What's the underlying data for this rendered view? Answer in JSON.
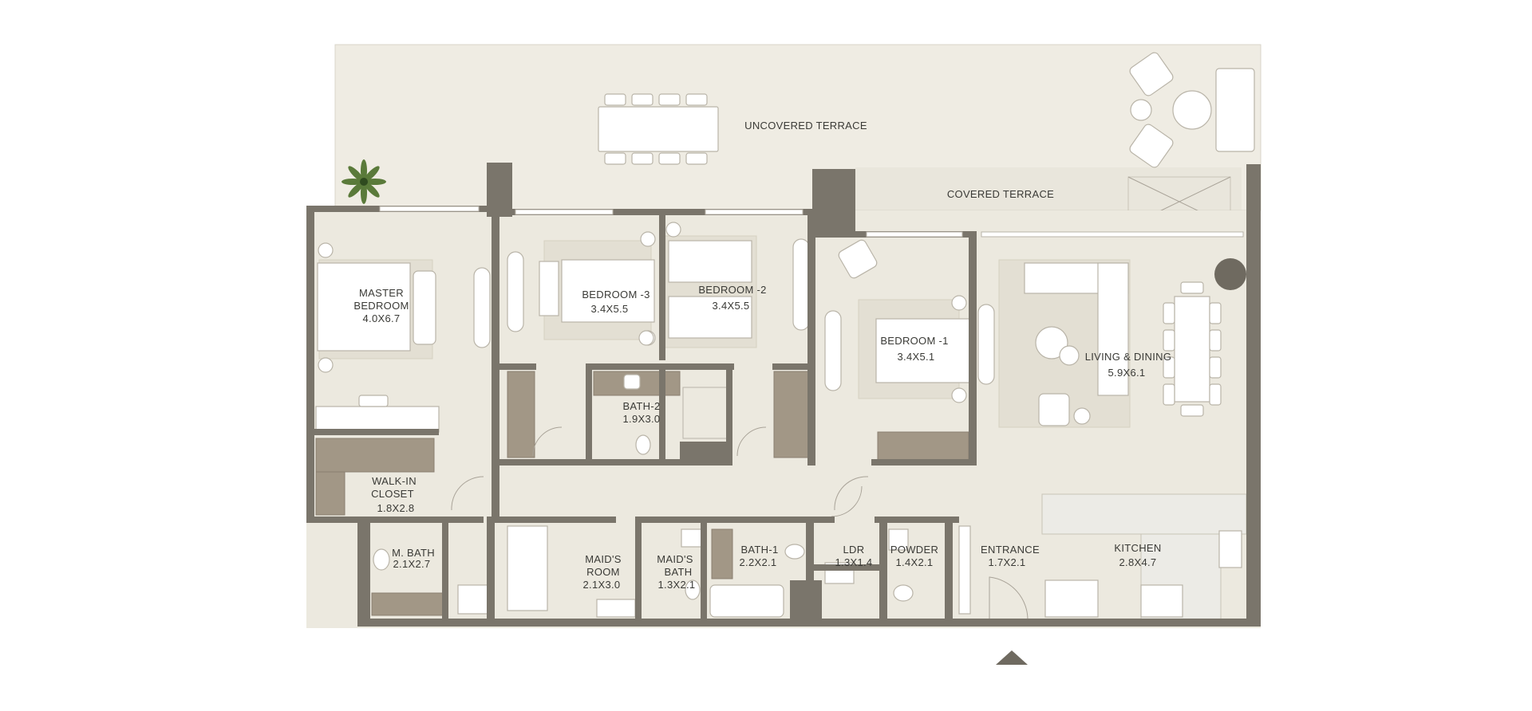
{
  "rooms": {
    "uncovered_terrace": "UNCOVERED TERRACE",
    "covered_terrace": "COVERED TERRACE",
    "master_bedroom": {
      "line1": "MASTER",
      "line2": "BEDROOM",
      "dim": "4.0X6.7"
    },
    "bedroom3": {
      "name": "BEDROOM -3",
      "dim": "3.4X5.5"
    },
    "bedroom2": {
      "name": "BEDROOM -2",
      "dim": "3.4X5.5"
    },
    "bedroom1": {
      "name": "BEDROOM -1",
      "dim": "3.4X5.1"
    },
    "living_dining": {
      "name": "LIVING & DINING",
      "dim": "5.9X6.1"
    },
    "bath2": {
      "name": "BATH-2",
      "dim": "1.9X3.0"
    },
    "walkin_closet": {
      "line1": "WALK-IN",
      "line2": "CLOSET",
      "dim": "1.8X2.8"
    },
    "m_bath": {
      "name": "M. BATH",
      "dim": "2.1X2.7"
    },
    "maids_room": {
      "line1": "MAID'S",
      "line2": "ROOM",
      "dim": "2.1X3.0"
    },
    "maids_bath": {
      "line1": "MAID'S",
      "line2": "BATH",
      "dim": "1.3X2.1"
    },
    "bath1": {
      "name": "BATH-1",
      "dim": "2.2X2.1"
    },
    "ldr": {
      "name": "LDR",
      "dim": "1.3X1.4"
    },
    "powder": {
      "name": "POWDER",
      "dim": "1.4X2.1"
    },
    "entrance": {
      "name": "ENTRANCE",
      "dim": "1.7X2.1"
    },
    "kitchen": {
      "name": "KITCHEN",
      "dim": "2.8X4.7"
    }
  },
  "icons": {
    "entrance_marker": "triangle-up-icon",
    "plant": "plant-icon"
  },
  "colors": {
    "wall": "#7a756b",
    "floor": "#ece9df",
    "terrace": "#efece3",
    "wood": "#a29786",
    "label": "#3a3a36"
  }
}
